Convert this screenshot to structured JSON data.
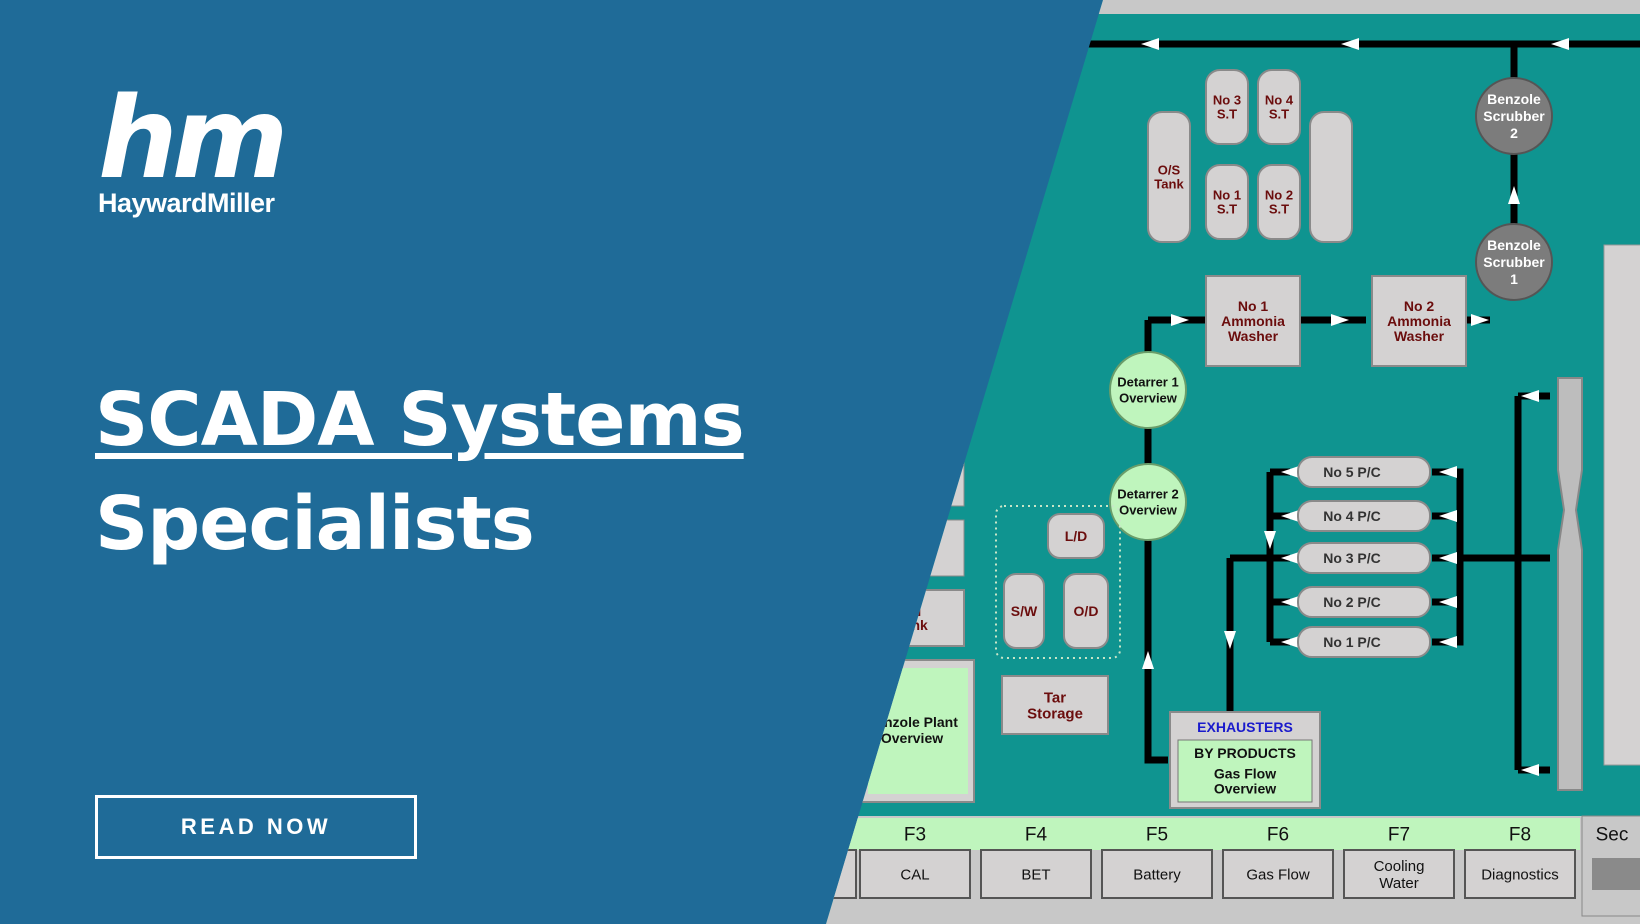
{
  "brand": {
    "monogram": "hm",
    "name": "HaywardMiller"
  },
  "headline": {
    "line1": "SCADA Systems",
    "line2": "Specialists"
  },
  "cta": {
    "label": "READ NOW"
  },
  "colors": {
    "background": "#1f6b98",
    "mimic_background": "#0f9490",
    "accent_green": "#bff5bd"
  },
  "scada": {
    "storage_tanks": [
      {
        "id": "no3st",
        "lines": [
          "No 3",
          "S.T"
        ]
      },
      {
        "id": "no4st",
        "lines": [
          "No 4",
          "S.T"
        ]
      },
      {
        "id": "no1st",
        "lines": [
          "No 1",
          "S.T"
        ]
      },
      {
        "id": "no2st",
        "lines": [
          "No 2",
          "S.T"
        ]
      },
      {
        "id": "ostank",
        "lines": [
          "O/S",
          "Tank"
        ]
      }
    ],
    "washers": [
      {
        "id": "wash1",
        "lines": [
          "No 1",
          "Ammonia",
          "Washer"
        ]
      },
      {
        "id": "wash2",
        "lines": [
          "No 2",
          "Ammonia",
          "Washer"
        ]
      }
    ],
    "scrubbers": [
      {
        "id": "scrub2",
        "lines": [
          "Benzole",
          "Scrubber",
          "2"
        ]
      },
      {
        "id": "scrub1",
        "lines": [
          "Benzole",
          "Scrubber",
          "1"
        ]
      }
    ],
    "detarrers": [
      {
        "id": "det1",
        "lines": [
          "Detarrer 1",
          "Overview"
        ]
      },
      {
        "id": "det2",
        "lines": [
          "Detarrer 2",
          "Overview"
        ]
      }
    ],
    "pc_units": [
      "No 5 P/C",
      "No 4 P/C",
      "No 3 P/C",
      "No 2 P/C",
      "No 1 P/C"
    ],
    "small_tanks": [
      {
        "id": "ld",
        "label": "L/D"
      },
      {
        "id": "sw",
        "label": "S/W"
      },
      {
        "id": "od",
        "label": "O/D"
      }
    ],
    "tar_storage": [
      "Tar",
      "Storage"
    ],
    "oil_tank": [
      "Oil",
      "Tank"
    ],
    "benzole_plant": [
      "Benzole Plant",
      "Overview"
    ],
    "exhausters": {
      "title": "EXHAUSTERS",
      "sub": "BY PRODUCTS",
      "lines": [
        "Gas Flow",
        "Overview"
      ]
    },
    "function_keys": [
      {
        "key": "F3",
        "lines": [
          "CAL"
        ]
      },
      {
        "key": "F4",
        "lines": [
          "BET"
        ]
      },
      {
        "key": "F5",
        "lines": [
          "Battery"
        ]
      },
      {
        "key": "F6",
        "lines": [
          "Gas Flow"
        ]
      },
      {
        "key": "F7",
        "lines": [
          "Cooling",
          "Water"
        ]
      },
      {
        "key": "F8",
        "lines": [
          "Diagnostics"
        ]
      }
    ],
    "sec_label": "Sec"
  }
}
